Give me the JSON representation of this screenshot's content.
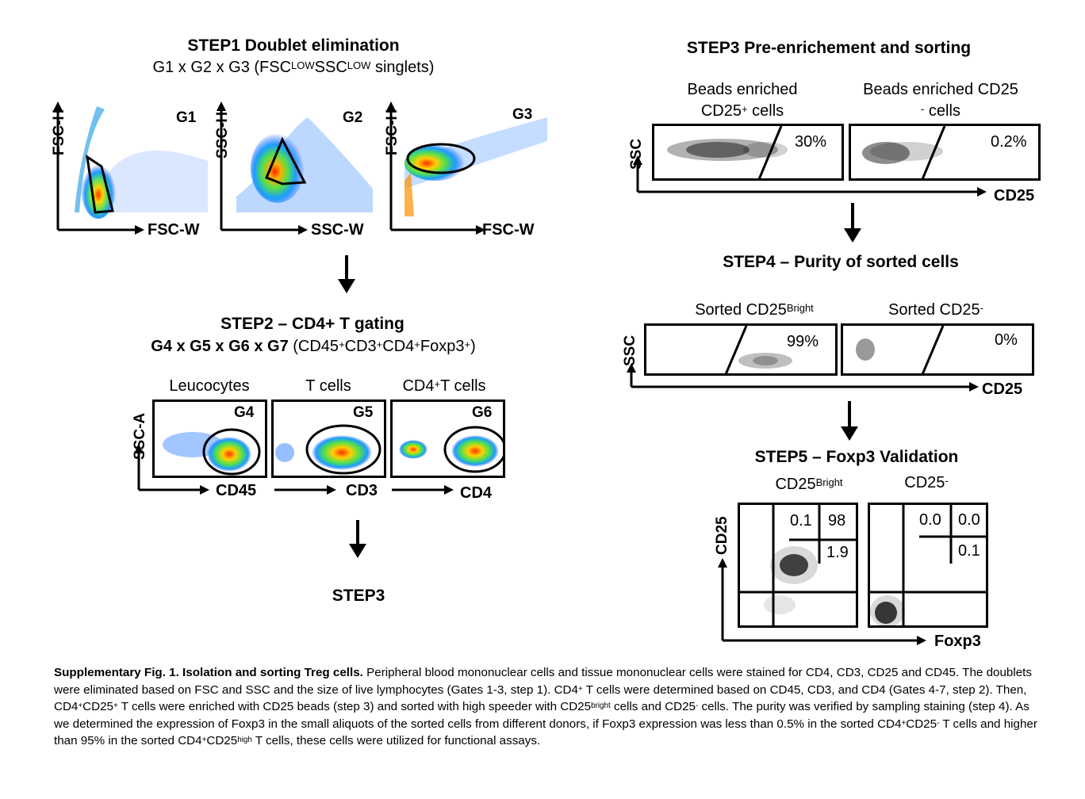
{
  "step1": {
    "title": "STEP1 Doublet elimination",
    "subtitle_pre": "G1 x G2 x G3 (FSC",
    "subtitle_sup1": "LOW",
    "subtitle_mid": "SSC",
    "subtitle_sup2": "LOW",
    "subtitle_post": " singlets)",
    "plots": [
      {
        "gate": "G1",
        "y_axis": "FSC-H",
        "x_axis": "FSC-W"
      },
      {
        "gate": "G2",
        "y_axis": "SSC-H",
        "x_axis": "SSC-W"
      },
      {
        "gate": "G3",
        "y_axis": "FSC-H",
        "x_axis": "FSC-W"
      }
    ]
  },
  "step2": {
    "title": "STEP2 – CD4+ T gating",
    "subtitle_bold": "G4 x G5 x G6 x G7",
    "subtitle_a": " (CD45",
    "subtitle_b": "CD3",
    "subtitle_c": "CD4",
    "subtitle_d": "Foxp3",
    "subtitle_end": ")",
    "sup_plus": "+",
    "y_axis": "SSC-A",
    "plots": [
      {
        "label": "Leucocytes",
        "gate": "G4",
        "x_axis": "CD45"
      },
      {
        "label": "T cells",
        "gate": "G5",
        "x_axis": "CD3"
      },
      {
        "label_pre": "CD4",
        "label_post": "T cells",
        "gate": "G6",
        "x_axis": "CD4"
      }
    ],
    "next": "STEP3"
  },
  "step3": {
    "title": "STEP3 Pre-enrichement and sorting",
    "y_axis": "SSC",
    "x_axis": "CD25",
    "plots": [
      {
        "label_l1": "Beads enriched",
        "label_l2_pre": "CD25",
        "label_l2_sup": "+",
        "label_l2_post": " cells",
        "pct": "30%"
      },
      {
        "label_l1": "Beads enriched CD25",
        "label_l2_sup": "-",
        "label_l2_post": " cells",
        "pct": "0.2%"
      }
    ]
  },
  "step4": {
    "title": "STEP4 – Purity of sorted cells",
    "y_axis": "SSC",
    "x_axis": "CD25",
    "plots": [
      {
        "label_pre": "Sorted CD25",
        "label_sup": "Bright",
        "pct": "99%"
      },
      {
        "label_pre": "Sorted CD25",
        "label_sup": "-",
        "pct": "0%"
      }
    ]
  },
  "step5": {
    "title": "STEP5 – Foxp3 Validation",
    "y_axis": "CD25",
    "x_axis": "Foxp3",
    "plots": [
      {
        "label_pre": "CD25",
        "label_sup": "Bright",
        "q_ul": "0.1",
        "q_ur": "98",
        "q_lr": "1.9"
      },
      {
        "label_pre": "CD25",
        "label_sup": "-",
        "q_ul": "0.0",
        "q_ur": "0.0",
        "q_lr": "0.1"
      }
    ]
  },
  "caption": {
    "bold": "Supplementary Fig. 1. Isolation and sorting Treg cells.",
    "t1": " Peripheral blood mononuclear cells and tissue mononuclear cells were stained for CD4, CD3, CD25 and CD45. The doublets were eliminated based on FSC and SSC and the size of live lymphocytes (Gates 1-3, step 1). CD4",
    "s1": "+",
    "t2": " T cells were determined based on CD45, CD3, and CD4 (Gates 4-7, step 2). Then, CD4",
    "s2": "+",
    "t3": "CD25",
    "s3": "+",
    "t4": " T cells were enriched with CD25 beads (step 3) and sorted with high speeder with CD25",
    "s4": "bright",
    "t5": " cells and CD25",
    "s5": "-",
    "t6": " cells. The purity was verified by sampling staining (step 4). As we determined the expression of Foxp3 in the small aliquots of the sorted cells from different donors, if Foxp3 expression was less than 0.5% in the sorted CD4",
    "s6": "+",
    "t7": "CD25",
    "s7": "-",
    "t8": " T cells and higher than 95% in the sorted CD4",
    "s8": "+",
    "t9": "CD25",
    "s9": "high",
    "t10": " T cells, these cells were utilized for functional assays."
  }
}
